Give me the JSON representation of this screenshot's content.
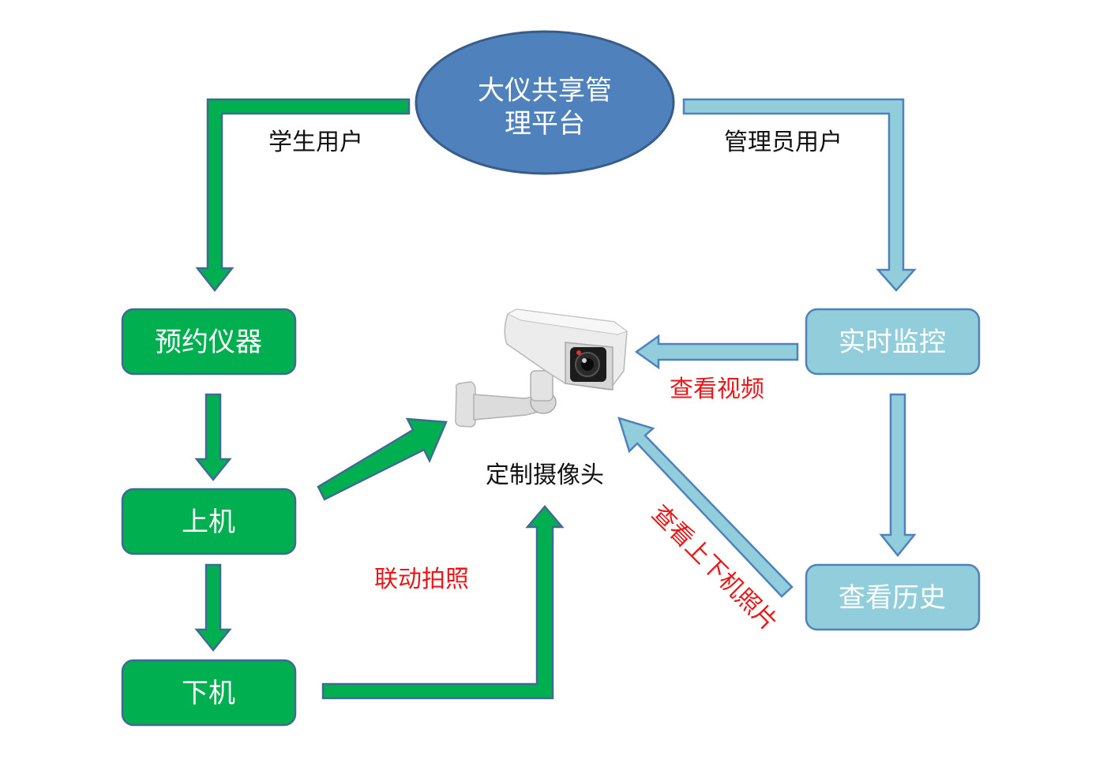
{
  "hub": {
    "line1": "大仪共享管",
    "line2": "理平台"
  },
  "student_label": "学生用户",
  "admin_label": "管理员用户",
  "student_nodes": [
    "预约仪器",
    "上机",
    "下机"
  ],
  "admin_nodes": [
    "实时监控",
    "查看历史"
  ],
  "camera_label": "定制摄像头",
  "red_labels": {
    "view_video": "查看视频",
    "linked_photo": "联动拍照",
    "view_photos": "查看上下机照片"
  },
  "colors": {
    "green": "#00b050",
    "green_border": "#3f6a96",
    "light_blue": "#92cddc",
    "light_blue_border": "#4f81bd",
    "hub_fill": "#4f81bd",
    "hub_border": "#385d8a",
    "red": "#e8181a"
  }
}
